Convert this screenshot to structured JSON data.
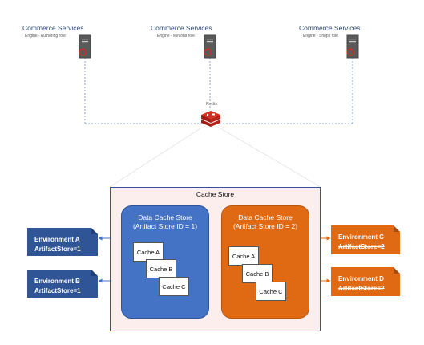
{
  "services": [
    {
      "title": "Commerce Services",
      "subtitle": "Engine - Authoring role"
    },
    {
      "title": "Commerce Services",
      "subtitle": "Engine - Minions role"
    },
    {
      "title": "Commerce Services",
      "subtitle": "Engine - Shops role"
    }
  ],
  "redis": {
    "label": "Redis"
  },
  "cache_store": {
    "title": "Cache Store",
    "stores": [
      {
        "title_line1": "Data Cache Store",
        "title_line2": "(Artifact Store ID = 1)",
        "caches": [
          "Cache A",
          "Cache B",
          "Cache C"
        ]
      },
      {
        "title_line1": "Data Cache Store",
        "title_line2": "(Artifact Store ID = 2)",
        "caches": [
          "Cache A",
          "Cache B",
          "Cache C"
        ]
      }
    ]
  },
  "environments": [
    {
      "name": "Environment A",
      "store": "ArtifactStore=1"
    },
    {
      "name": "Environment B",
      "store": "ArtifactStore=1"
    },
    {
      "name": "Environment C",
      "store": "ArtifactStore=2"
    },
    {
      "name": "Environment D",
      "store": "ArtifactStore=2"
    }
  ],
  "colors": {
    "blue": "#4472c4",
    "dark_blue": "#2f5597",
    "orange": "#e06a13",
    "redis_red": "#d82c20",
    "server_gray": "#5a5a5a"
  }
}
